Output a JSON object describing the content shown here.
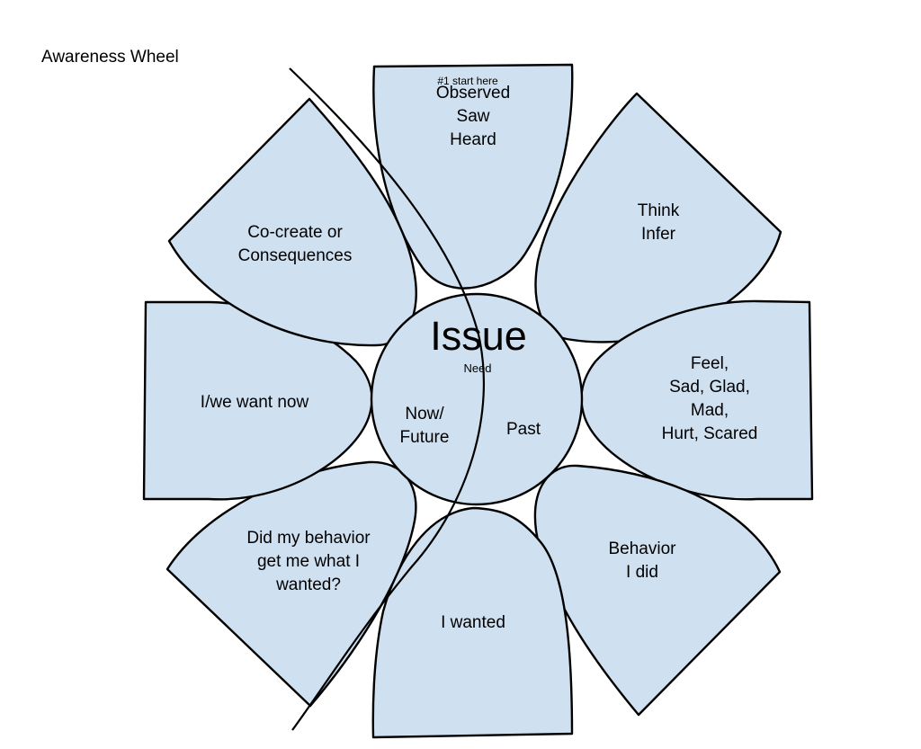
{
  "title": "Awareness Wheel",
  "colors": {
    "petal_fill": "#cfe0f1",
    "stroke": "#000000",
    "background": "#ffffff"
  },
  "start_note": "#1 start here",
  "center": {
    "title": "Issue",
    "subtitle": "Need",
    "left_label": [
      "Now/",
      "Future"
    ],
    "right_label": "Past"
  },
  "petals": [
    {
      "id": "observed",
      "lines": [
        "Observed",
        "Saw",
        "Heard"
      ]
    },
    {
      "id": "think",
      "lines": [
        "Think",
        "Infer"
      ]
    },
    {
      "id": "feel",
      "lines": [
        "Feel,",
        "Sad, Glad,",
        "Mad,",
        "Hurt, Scared"
      ]
    },
    {
      "id": "behavior",
      "lines": [
        "Behavior",
        "I did"
      ]
    },
    {
      "id": "wanted",
      "lines": [
        "I wanted"
      ]
    },
    {
      "id": "did-my-behavior",
      "lines": [
        "Did my behavior",
        "get me what I",
        "wanted?"
      ]
    },
    {
      "id": "want-now",
      "lines": [
        "I/we want now"
      ]
    },
    {
      "id": "co-create",
      "lines": [
        "Co-create or",
        "Consequences"
      ]
    }
  ]
}
